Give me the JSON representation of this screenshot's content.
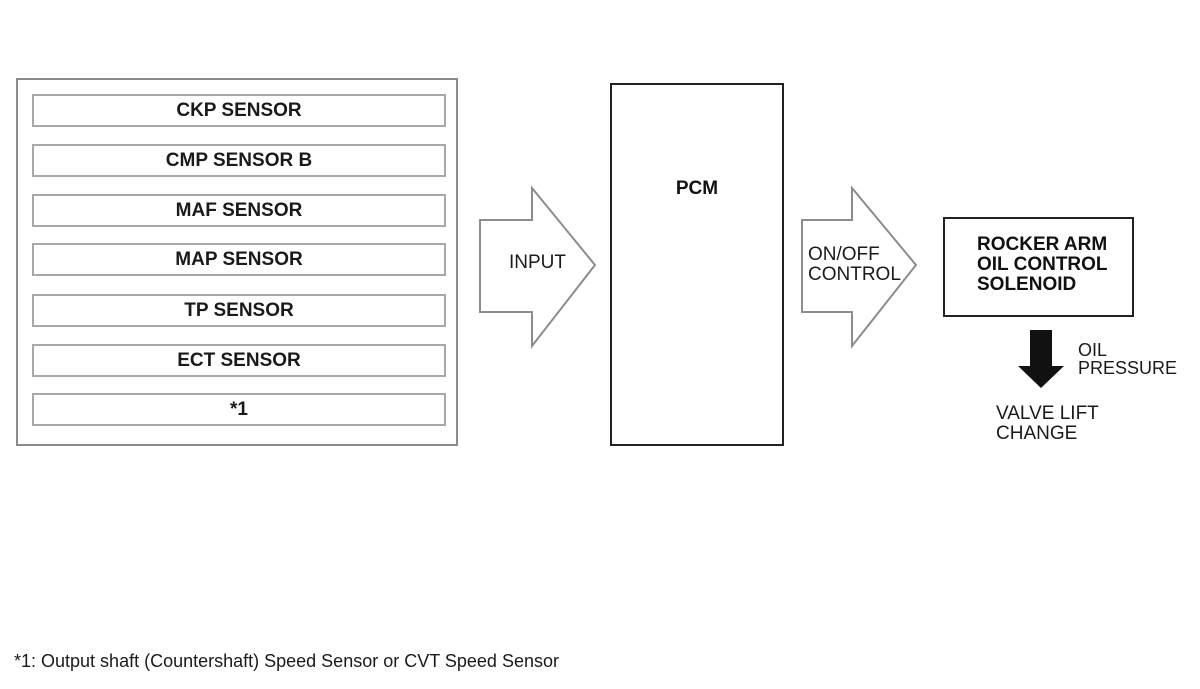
{
  "sensors": [
    "CKP SENSOR",
    "CMP SENSOR B",
    "MAF SENSOR",
    "MAP SENSOR",
    "TP SENSOR",
    "ECT SENSOR",
    "*1"
  ],
  "input_arrow": {
    "label": "INPUT"
  },
  "pcm": {
    "label": "PCM"
  },
  "control_arrow": {
    "line1": "ON/OFF",
    "line2": "CONTROL"
  },
  "solenoid": {
    "line1": "ROCKER ARM",
    "line2": "OIL CONTROL",
    "line3": "SOLENOID"
  },
  "oil_pressure": {
    "line1": "OIL",
    "line2": "PRESSURE"
  },
  "valve_lift": {
    "line1": "VALVE LIFT",
    "line2": "CHANGE"
  },
  "footnote": "*1: Output shaft (Countershaft) Speed Sensor or CVT Speed Sensor",
  "colors": {
    "outline_light": "#8c8c8c",
    "outline_dark": "#222222",
    "arrow_fill": "#111111"
  }
}
